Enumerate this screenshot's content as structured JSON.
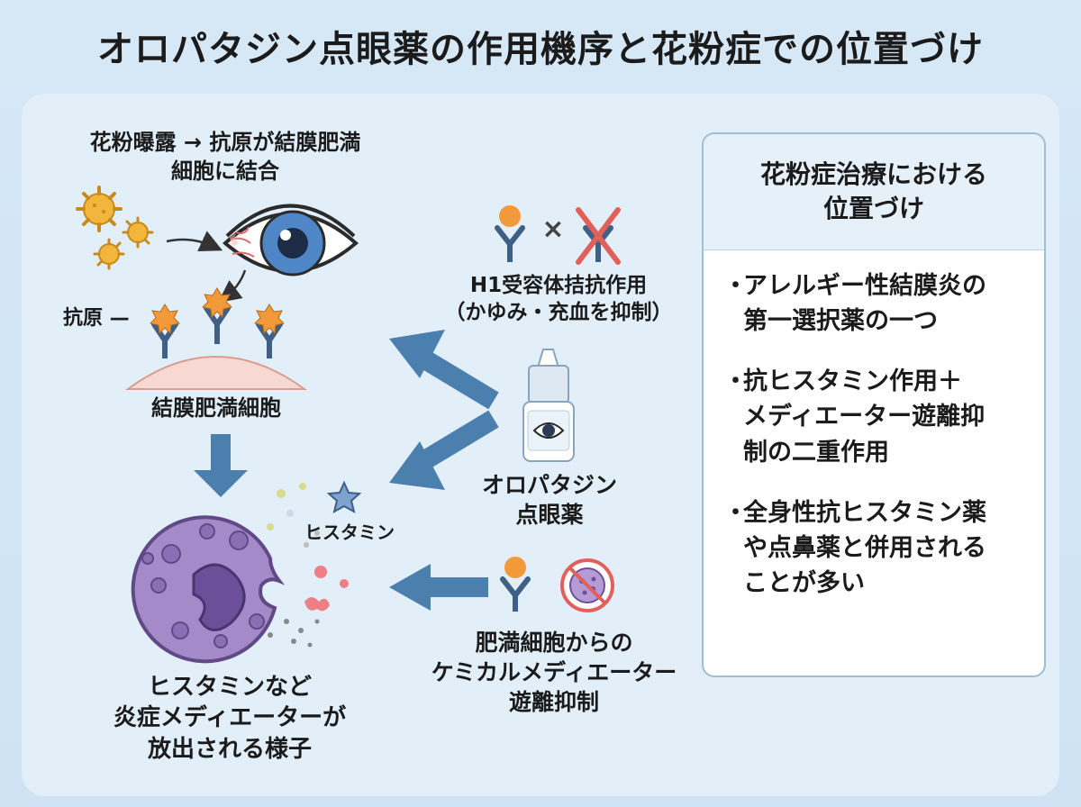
{
  "title": "オロパタジン点眼薬の作用機序と花粉症での位置づけ",
  "left": {
    "exposure_line1": "花粉曝露 → 抗原が結膜肥満",
    "exposure_line2": "細胞に結合",
    "antigen_label": "抗原 —",
    "mast_cell_label": "結膜肥満細胞",
    "histamine_label": "ヒスタミン",
    "release_line1": "ヒスタミンなど",
    "release_line2": "炎症メディエーターが",
    "release_line3": "放出される様子"
  },
  "center": {
    "h1_line1": "H1受容体拮抗作用",
    "h1_line2": "（かゆみ・充血を抑制）",
    "times_symbol": "×",
    "drug_line1": "オロパタジン",
    "drug_line2": "点眼薬",
    "mediator_line1": "肥満細胞からの",
    "mediator_line2": "ケミカルメディエーター",
    "mediator_line3": "遊離抑制"
  },
  "right": {
    "heading_line1": "花粉症治療における",
    "heading_line2": "位置づけ",
    "bullet": "・",
    "items": [
      {
        "line1": "アレルギー性結膜炎の",
        "line2": "第一選択薬の一つ",
        "line3": ""
      },
      {
        "line1": "抗ヒスタミン作用＋",
        "line2": "メディエーター遊離抑",
        "line3": "制の二重作用"
      },
      {
        "line1": "全身性抗ヒスタミン薬",
        "line2": "や点鼻薬と併用される",
        "line3": "ことが多い"
      }
    ]
  },
  "colors": {
    "arrow": "#4a7fae",
    "pollen": "#f2b63c",
    "cell": "#a58ac9",
    "receptor": "#3f5f86",
    "antigen": "#f29a3a",
    "prohibit": "#e2605a"
  }
}
